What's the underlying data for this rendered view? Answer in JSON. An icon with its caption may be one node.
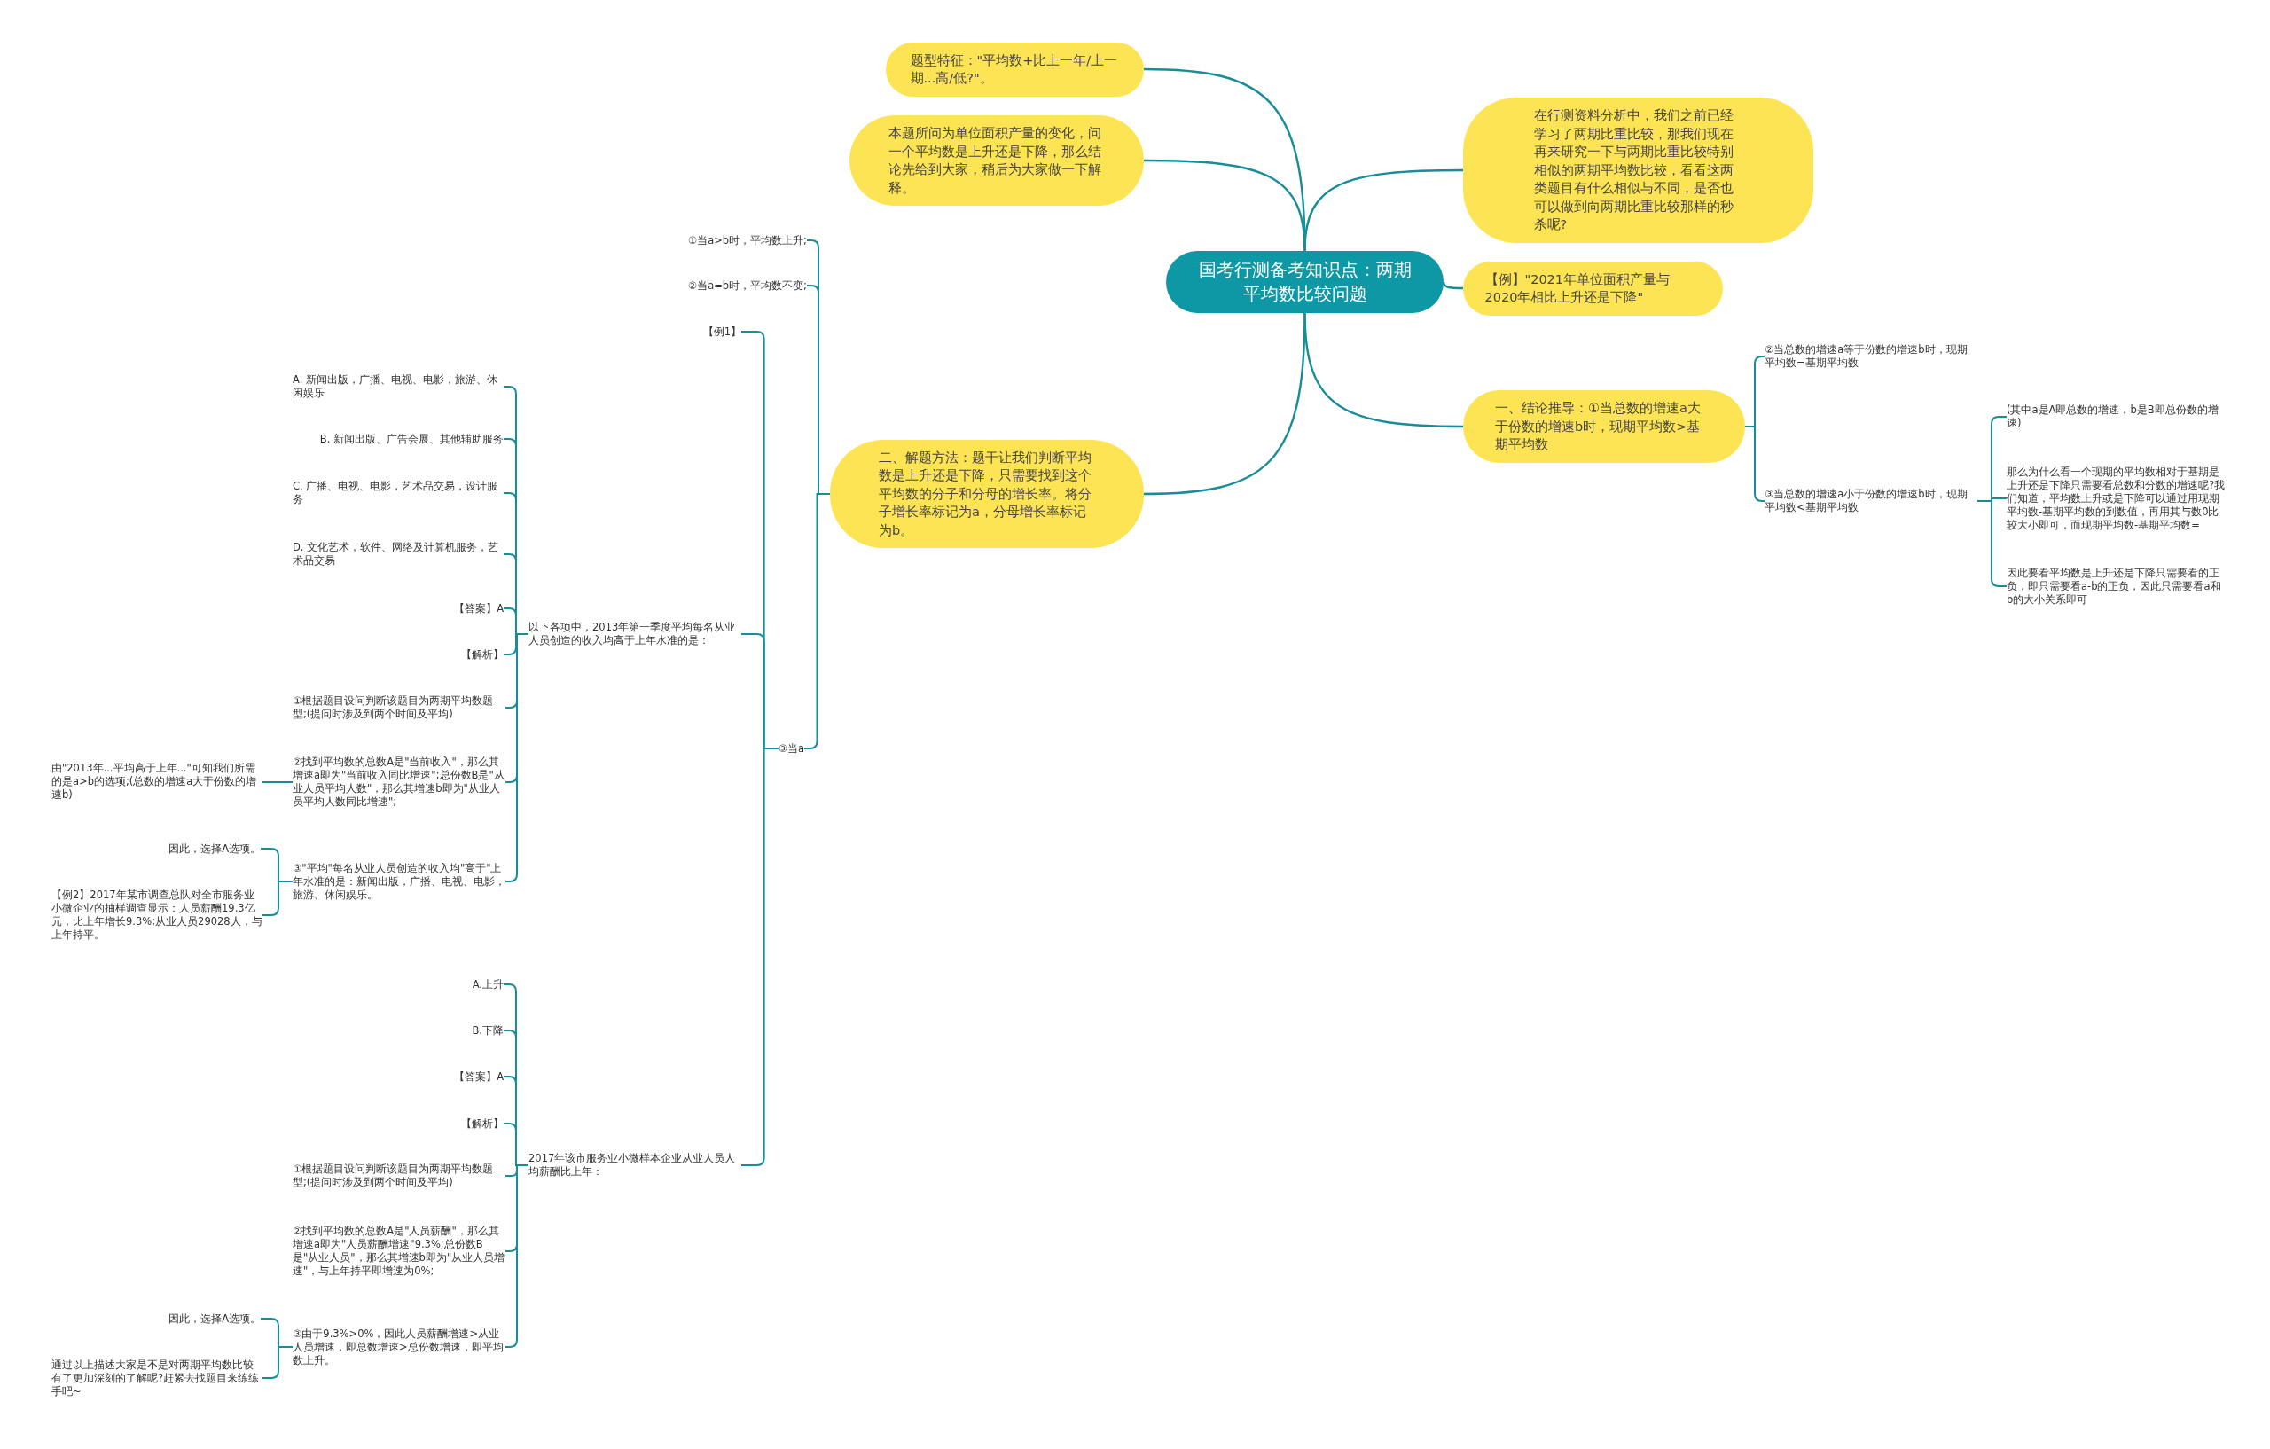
{
  "diagram": {
    "nodes": [
      {
        "text": [
          "国考行测备考知识点：两期平均数比较问题"
        ]
      },
      {
        "text": [
          "题型特征：\"平均数+比上一年/上一期...高/低?\"。"
        ]
      },
      {
        "text": [
          "本题所问为单位面积产量的变化，问一个平均数是上升还是下降，那么结论先给到大家，稍后为大家做一下解释。"
        ]
      },
      {
        "text": [
          "二、解题方法：题干让我们判断平均数是上升还是下降，只需要找到这个平均数的分子和分母的增长率。将分子增长率标记为a，分母增长率标记为b。"
        ]
      },
      {
        "text": [
          "在行测资料分析中，我们之前已经学习了两期比重比较，那我们现在再来研究一下与两期比重比较特别相似的两期平均数比较，看看这两类题目有什么相似与不同，是否也可以做到向两期比重比较那样的秒杀呢?"
        ]
      },
      {
        "text": [
          "【例】\"2021年单位面积产量与2020年相比上升还是下降\""
        ]
      },
      {
        "text": [
          "一、结论推导：①当总数的增速a大于份数的增速b时，现期平均数>基期平均数"
        ]
      },
      {
        "text": [
          "②当总数的增速a等于份数的增速b时，现期平均数=基期平均数"
        ]
      },
      {
        "text": [
          "③当总数的增速a小于份数的增速b时，现期平均数<基期平均数"
        ]
      },
      {
        "text": [
          "(其中a是A即总数的增速，b是B即总份数的增速)"
        ]
      },
      {
        "text": [
          "那么为什么看一个现期的平均数相对于基期是上升还是下降只需要看总数和分数的增速呢?我们知道，平均数上升或是下降可以通过用现期平均数-基期平均数的到数值，再用其与数0比较大小即可，而现期平均数-基期平均数="
        ]
      },
      {
        "text": [
          "因此要看平均数是上升还是下降只需要看的正负，即只需要看a-b的正负，因此只需要看a和b的大小关系即可"
        ]
      },
      {
        "text": [
          "①当a>b时，平均数上升;"
        ]
      },
      {
        "text": [
          "②当a=b时，平均数不变;"
        ]
      },
      {
        "text": [
          "③当a"
        ]
      },
      {
        "text": [
          "【例1】"
        ]
      },
      {
        "text": [
          "以下各项中，2013年第一季度平均每名从业人员创造的收入均高于上年水准的是："
        ]
      },
      {
        "text": [
          "2017年该市服务业小微样本企业从业人员人均薪酬比上年："
        ]
      },
      {
        "text": [
          "A. 新闻出版，广播、电视、电影，旅游、休闲娱乐"
        ]
      },
      {
        "text": [
          "B. 新闻出版、广告会展、其他辅助服务"
        ]
      },
      {
        "text": [
          "C. 广播、电视、电影，艺术品交易，设计服务"
        ]
      },
      {
        "text": [
          "D. 文化艺术，软件、网络及计算机服务，艺术品交易"
        ]
      },
      {
        "text": [
          "【答案】A"
        ]
      },
      {
        "text": [
          "【解析】"
        ]
      },
      {
        "text": [
          "①根据题目设问判断该题目为两期平均数题型;(提问时涉及到两个时间及平均)"
        ]
      },
      {
        "text": [
          "②找到平均数的总数A是\"当前收入\"，那么其增速a即为\"当前收入同比增速\";总份数B是\"从业人员平均人数\"，那么其增速b即为\"从业人员平均人数同比增速\";"
        ]
      },
      {
        "text": [
          "③\"平均\"每名从业人员创造的收入均\"高于\"上年水准的是：新闻出版，广播、电视、电影，旅游、休闲娱乐。"
        ]
      },
      {
        "text": [
          "由\"2013年...平均高于上年...\"可知我们所需的是a>b的选项;(总数的增速a大于份数的增速b)"
        ]
      },
      {
        "text": [
          "因此，选择A选项。"
        ]
      },
      {
        "text": [
          "【例2】2017年某市调查总队对全市服务业小微企业的抽样调查显示：人员薪酬19.3亿元，比上年增长9.3%;从业人员29028人，与上年持平。"
        ]
      },
      {
        "text": [
          "A.上升"
        ]
      },
      {
        "text": [
          "B.下降"
        ]
      },
      {
        "text": [
          "【答案】A"
        ]
      },
      {
        "text": [
          "【解析】"
        ]
      },
      {
        "text": [
          "①根据题目设问判断该题目为两期平均数题型;(提问时涉及到两个时间及平均)"
        ]
      },
      {
        "text": [
          "②找到平均数的总数A是\"人员薪酬\"，那么其增速a即为\"人员薪酬增速\"9.3%;总份数B是\"从业人员\"，那么其增速b即为\"从业人员增速\"，与上年持平即增速为0%;"
        ]
      },
      {
        "text": [
          "③由于9.3%>0%，因此人员薪酬增速>从业人员增速，即总数增速>总份数增速，即平均数上升。"
        ]
      },
      {
        "text": [
          "因此，选择A选项。"
        ]
      },
      {
        "text": [
          "通过以上描述大家是不是对两期平均数比较有了更加深刻的了解呢?赶紧去找题目来练练手吧~"
        ]
      }
    ],
    "edges": [
      {
        "from": 0,
        "to": 1,
        "arrow": "none"
      },
      {
        "from": 0,
        "to": 2,
        "arrow": "none"
      },
      {
        "from": 0,
        "to": 3,
        "arrow": "none"
      },
      {
        "from": 0,
        "to": 4,
        "arrow": "none"
      },
      {
        "from": 0,
        "to": 5,
        "arrow": "none"
      },
      {
        "from": 0,
        "to": 6,
        "arrow": "none"
      },
      {
        "from": 6,
        "to": 7,
        "arrow": "none"
      },
      {
        "from": 6,
        "to": 8,
        "arrow": "none"
      },
      {
        "from": 8,
        "to": 9,
        "arrow": "none"
      },
      {
        "from": 8,
        "to": 10,
        "arrow": "none"
      },
      {
        "from": 8,
        "to": 11,
        "arrow": "none"
      },
      {
        "from": 3,
        "to": 12,
        "arrow": "none"
      },
      {
        "from": 3,
        "to": 13,
        "arrow": "none"
      },
      {
        "from": 3,
        "to": 14,
        "arrow": "none"
      },
      {
        "from": 14,
        "to": 15,
        "arrow": "none"
      },
      {
        "from": 14,
        "to": 16,
        "arrow": "none"
      },
      {
        "from": 14,
        "to": 17,
        "arrow": "none"
      },
      {
        "from": 16,
        "to": 18,
        "arrow": "none"
      },
      {
        "from": 16,
        "to": 19,
        "arrow": "none"
      },
      {
        "from": 16,
        "to": 20,
        "arrow": "none"
      },
      {
        "from": 16,
        "to": 21,
        "arrow": "none"
      },
      {
        "from": 16,
        "to": 22,
        "arrow": "none"
      },
      {
        "from": 16,
        "to": 23,
        "arrow": "none"
      },
      {
        "from": 16,
        "to": 24,
        "arrow": "none"
      },
      {
        "from": 16,
        "to": 25,
        "arrow": "none"
      },
      {
        "from": 16,
        "to": 26,
        "arrow": "none"
      },
      {
        "from": 25,
        "to": 27,
        "arrow": "none"
      },
      {
        "from": 26,
        "to": 28,
        "arrow": "none"
      },
      {
        "from": 26,
        "to": 29,
        "arrow": "none"
      },
      {
        "from": 17,
        "to": 30,
        "arrow": "none"
      },
      {
        "from": 17,
        "to": 31,
        "arrow": "none"
      },
      {
        "from": 17,
        "to": 32,
        "arrow": "none"
      },
      {
        "from": 17,
        "to": 33,
        "arrow": "none"
      },
      {
        "from": 17,
        "to": 34,
        "arrow": "none"
      },
      {
        "from": 17,
        "to": 35,
        "arrow": "none"
      },
      {
        "from": 17,
        "to": 36,
        "arrow": "none"
      },
      {
        "from": 36,
        "to": 37,
        "arrow": "none"
      },
      {
        "from": 36,
        "to": 38,
        "arrow": "none"
      }
    ]
  }
}
